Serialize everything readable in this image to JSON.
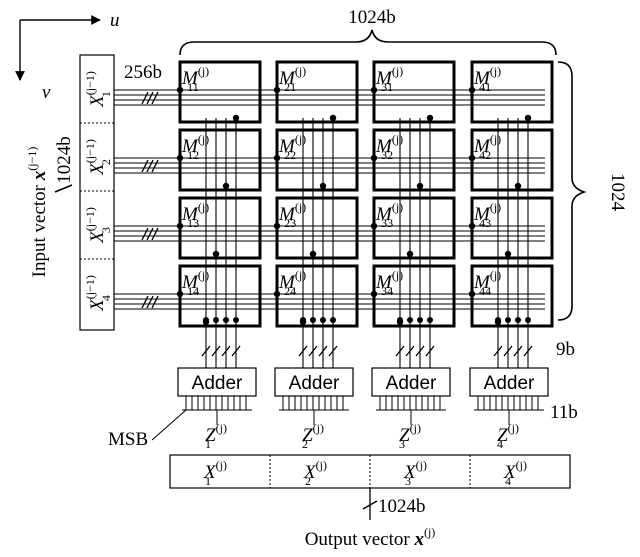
{
  "axes": {
    "horizontal": "u",
    "vertical": "v"
  },
  "top_width_label": "1024b",
  "right_height_label": "1024",
  "segment_width_label": "256b",
  "input_vector": {
    "label": "Input vector",
    "symbol": "x",
    "superscript": "(j−1)",
    "width_label": "1024b"
  },
  "input_segments": [
    {
      "base": "X",
      "sub": "1",
      "sup": "(j−1)"
    },
    {
      "base": "X",
      "sub": "2",
      "sup": "(j−1)"
    },
    {
      "base": "X",
      "sub": "3",
      "sup": "(j−1)"
    },
    {
      "base": "X",
      "sub": "4",
      "sup": "(j−1)"
    }
  ],
  "blocks": [
    [
      {
        "base": "M",
        "sub": "11",
        "sup": "(j)"
      },
      {
        "base": "M",
        "sub": "21",
        "sup": "(j)"
      },
      {
        "base": "M",
        "sub": "31",
        "sup": "(j)"
      },
      {
        "base": "M",
        "sub": "41",
        "sup": "(j)"
      }
    ],
    [
      {
        "base": "M",
        "sub": "12",
        "sup": "(j)"
      },
      {
        "base": "M",
        "sub": "22",
        "sup": "(j)"
      },
      {
        "base": "M",
        "sub": "32",
        "sup": "(j)"
      },
      {
        "base": "M",
        "sub": "42",
        "sup": "(j)"
      }
    ],
    [
      {
        "base": "M",
        "sub": "13",
        "sup": "(j)"
      },
      {
        "base": "M",
        "sub": "23",
        "sup": "(j)"
      },
      {
        "base": "M",
        "sub": "33",
        "sup": "(j)"
      },
      {
        "base": "M",
        "sub": "43",
        "sup": "(j)"
      }
    ],
    [
      {
        "base": "M",
        "sub": "14",
        "sup": "(j)"
      },
      {
        "base": "M",
        "sub": "24",
        "sup": "(j)"
      },
      {
        "base": "M",
        "sub": "34",
        "sup": "(j)"
      },
      {
        "base": "M",
        "sub": "44",
        "sup": "(j)"
      }
    ]
  ],
  "column_bus_label": "9b",
  "adder_label": "Adder",
  "adder_output_label": "11b",
  "msb_label": "MSB",
  "adder_outputs": [
    {
      "base": "Z",
      "sub": "1",
      "sup": "(j)"
    },
    {
      "base": "Z",
      "sub": "2",
      "sup": "(j)"
    },
    {
      "base": "Z",
      "sub": "3",
      "sup": "(j)"
    },
    {
      "base": "Z",
      "sub": "4",
      "sup": "(j)"
    }
  ],
  "output_segments": [
    {
      "base": "X",
      "sub": "1",
      "sup": "(j)"
    },
    {
      "base": "X",
      "sub": "2",
      "sup": "(j)"
    },
    {
      "base": "X",
      "sub": "3",
      "sup": "(j)"
    },
    {
      "base": "X",
      "sub": "4",
      "sup": "(j)"
    }
  ],
  "output_vector": {
    "label": "Output vector",
    "symbol": "x",
    "superscript": "(j)",
    "width_label": "1024b"
  }
}
